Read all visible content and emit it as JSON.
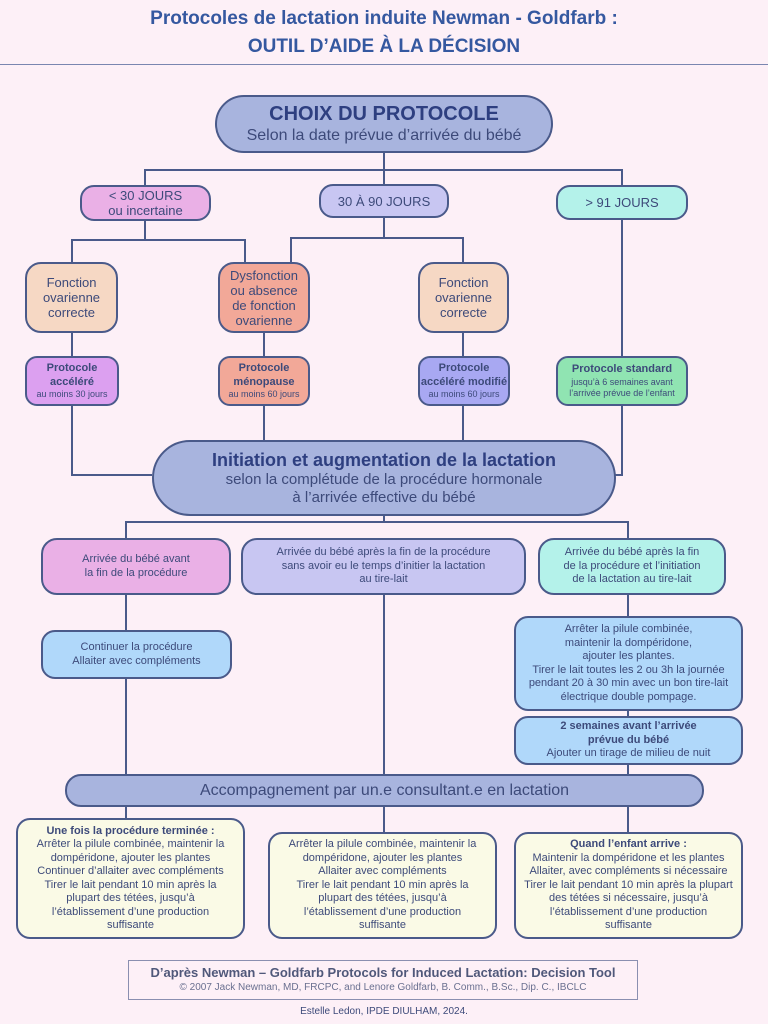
{
  "title": {
    "line1": "Protocoles de lactation induite Newman - Goldfarb :",
    "line2": "OUTIL D’AIDE À LA DÉCISION"
  },
  "choix": {
    "title": "CHOIX DU PROTOCOLE",
    "subtitle": "Selon la date prévue d’arrivée du bébé"
  },
  "timing": {
    "lt30_line1": "< 30 JOURS",
    "lt30_line2": "ou incertaine",
    "mid": "30 À 90 JOURS",
    "gt91": "> 91 JOURS"
  },
  "ovarian": {
    "left": [
      "Fonction",
      "ovarienne",
      "correcte"
    ],
    "dys": [
      "Dysfonction",
      "ou absence",
      "de fonction",
      "ovarienne"
    ],
    "right": [
      "Fonction",
      "ovarienne",
      "correcte"
    ]
  },
  "protocols": {
    "accelere": {
      "title_lines": [
        "Protocole",
        "accéléré"
      ],
      "note": "au moins 30 jours"
    },
    "menopause": {
      "title_lines": [
        "Protocole",
        "ménopause"
      ],
      "note": "au moins 60 jours"
    },
    "accelere_modifie": {
      "title_lines": [
        "Protocole",
        "accéléré modifié"
      ],
      "note": "au moins 60 jours"
    },
    "standard": {
      "title": "Protocole standard",
      "note_lines": [
        "jusqu’à 6 semaines avant",
        "l’arrivée prévue de l’enfant"
      ]
    }
  },
  "initiation": {
    "title": "Initiation et augmentation de la lactation",
    "sub_lines": [
      "selon la complétude de la procédure hormonale",
      "à l’arrivée effective du bébé"
    ]
  },
  "arrival": {
    "before": [
      "Arrivée du bébé avant",
      "la fin de la procédure"
    ],
    "after_no_pump": [
      "Arrivée du bébé après la fin de la procédure",
      "sans avoir eu le temps d’initier la lactation",
      "au tire-lait"
    ],
    "after_pump": [
      "Arrivée du bébé après la fin",
      "de la procédure et l’initiation",
      "de la lactation au tire-lait"
    ]
  },
  "continue_box": [
    "Continuer la procédure",
    "Allaiter avec compléments"
  ],
  "stop_box": [
    "Arrêter la pilule combinée,",
    "maintenir la dompéridone,",
    "ajouter les plantes.",
    "Tirer le lait toutes les 2 ou 3h la journée",
    "pendant 20 à 30 min avec un bon tire-lait",
    "électrique double pompage."
  ],
  "two_weeks": {
    "title_lines": [
      "2 semaines avant l’arrivée",
      "prévue du bébé"
    ],
    "body": "Ajouter un tirage de milieu de nuit"
  },
  "accompagnement": "Accompagnement par un.e consultant.e en lactation",
  "bottom": {
    "left": {
      "title": "Une fois la procédure terminée :",
      "lines": [
        "Arrêter la pilule combinée, maintenir la",
        "dompéridone, ajouter les plantes",
        "Continuer d’allaiter avec compléments",
        "Tirer le lait pendant 10 min après la",
        "plupart des tétées, jusqu’à",
        "l’établissement d’une production",
        "suffisante"
      ]
    },
    "middle": {
      "lines": [
        "Arrêter la pilule combinée, maintenir la",
        "dompéridone, ajouter les plantes",
        "Allaiter avec compléments",
        "Tirer le lait pendant 10 min après la",
        "plupart des tétées, jusqu’à",
        "l’établissement d’une production",
        "suffisante"
      ]
    },
    "right": {
      "title": "Quand l’enfant arrive :",
      "lines": [
        "Maintenir la dompéridone et les plantes",
        "Allaiter, avec compléments si nécessaire",
        "Tirer le lait pendant 10 min après la plupart",
        "des tétées si nécessaire, jusqu’à",
        "l’établissement d’une production",
        "suffisante"
      ]
    }
  },
  "footer": {
    "title": "D’après Newman – Goldfarb Protocols for Induced Lactation: Decision Tool",
    "copyright": "© 2007 Jack Newman, MD, FRCPC, and Lenore Goldfarb, B. Comm., B.Sc., Dip. C., IBCLC",
    "author": "Estelle Ledon, IPDE DIULHAM, 2024."
  },
  "colors": {
    "background": "#fdf0f7",
    "title": "#3558a0",
    "line": "#4a5a8a",
    "blue_main": "#a8b4de",
    "pink": "#eab0e6",
    "lavender": "#c8c6f2",
    "mint": "#b4f2ea",
    "peach": "#f6d8c4",
    "salmon": "#f2a898",
    "violet": "#dca0f0",
    "periwinkle": "#a8a8f2",
    "green": "#90e4b2",
    "light_blue": "#b0d8fa",
    "cream": "#fafae6"
  }
}
